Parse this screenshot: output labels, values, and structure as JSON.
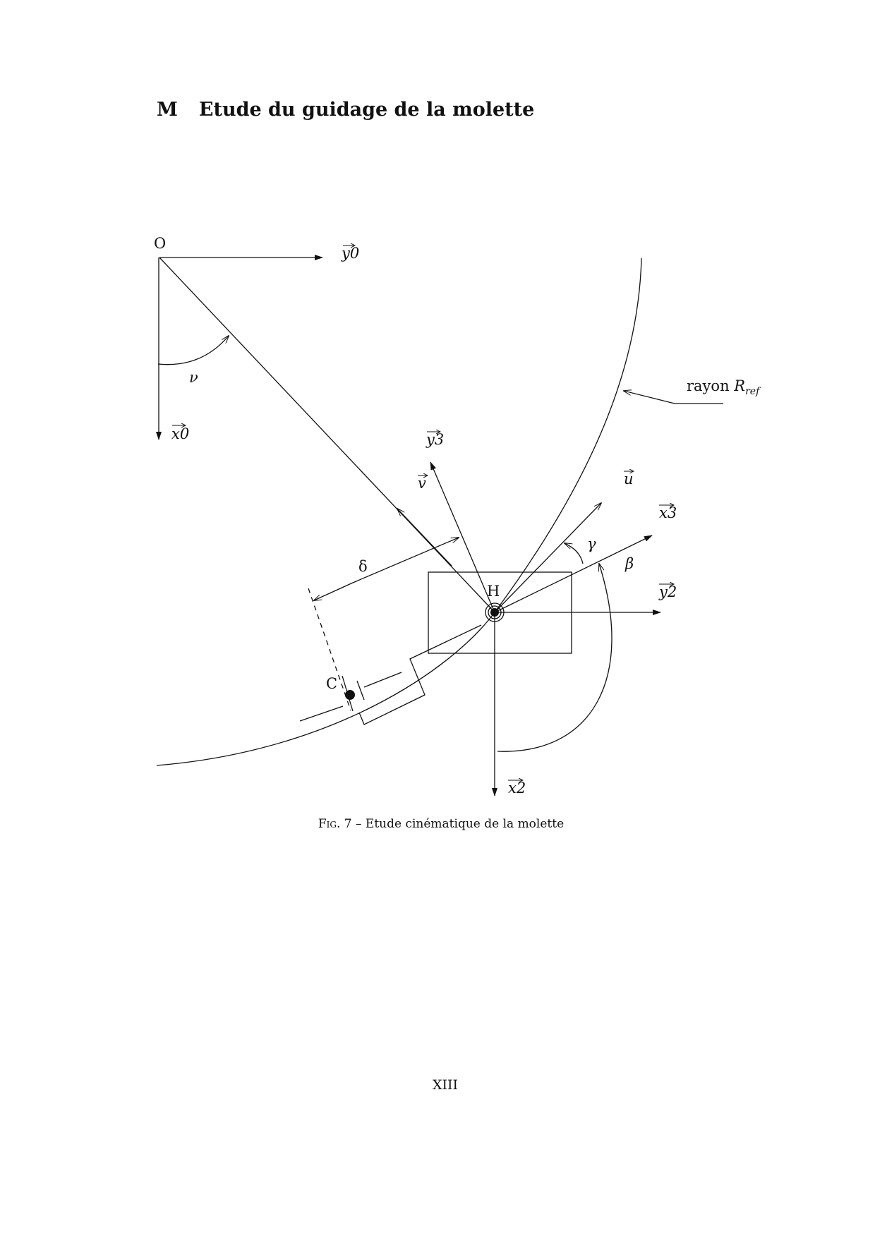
{
  "section": {
    "number": "M",
    "title": "Etude du guidage de la molette"
  },
  "figure": {
    "labels": {
      "O": "O",
      "H": "H",
      "C": "C",
      "y0": "y0",
      "x0": "x0",
      "y3": "y3",
      "x3": "x3",
      "y2": "y2",
      "x2": "x2",
      "u": "u",
      "v": "v",
      "nu": "ν",
      "gamma": "γ",
      "beta": "β",
      "delta": "δ",
      "rayon": "rayon",
      "Rref": "R",
      "Rref_sub": "ref"
    },
    "caption_prefix": "Fig. 7",
    "caption_text": " – Etude cinématique de la molette"
  },
  "page_number": "XIII"
}
